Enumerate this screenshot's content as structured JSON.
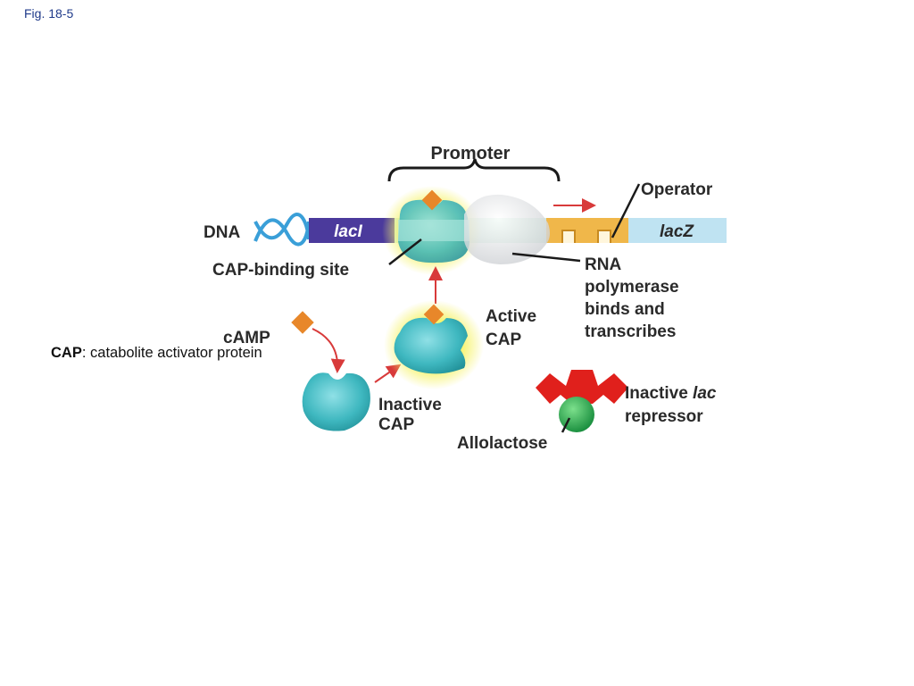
{
  "figure_label": "Fig. 18-5",
  "cap_note": {
    "term": "CAP",
    "definition": ": catabolite activator protein"
  },
  "labels": {
    "promoter": "Promoter",
    "operator": "Operator",
    "dna": "DNA",
    "laci": "lacI",
    "lacz": "lacZ",
    "cap_binding_site": "CAP-binding site",
    "rna_pol_lines": [
      "RNA",
      "polymerase",
      "binds and",
      "transcribes"
    ],
    "camp": "cAMP",
    "active_cap_lines": [
      "Active",
      "CAP"
    ],
    "inactive_cap_lines": [
      "Inactive",
      "CAP"
    ],
    "allolactose": "Allolactose",
    "inactive_repressor_prefix": "Inactive ",
    "inactive_repressor_italic": "lac",
    "inactive_repressor_line2": "repressor"
  },
  "colors": {
    "cap_teal": "#3fb8c0",
    "glow_yellow": "#f4f27a",
    "camp_orange": "#e8872a",
    "laci_purple": "#4b3a9c",
    "operator_gold": "#f0b74a",
    "lacz_lightblue": "#bfe3f2",
    "repressor_red": "#e0201c",
    "allolactose_green": "#20a84a",
    "arrow_red": "#d83a3a",
    "helix_blue": "#3a9fd8"
  }
}
